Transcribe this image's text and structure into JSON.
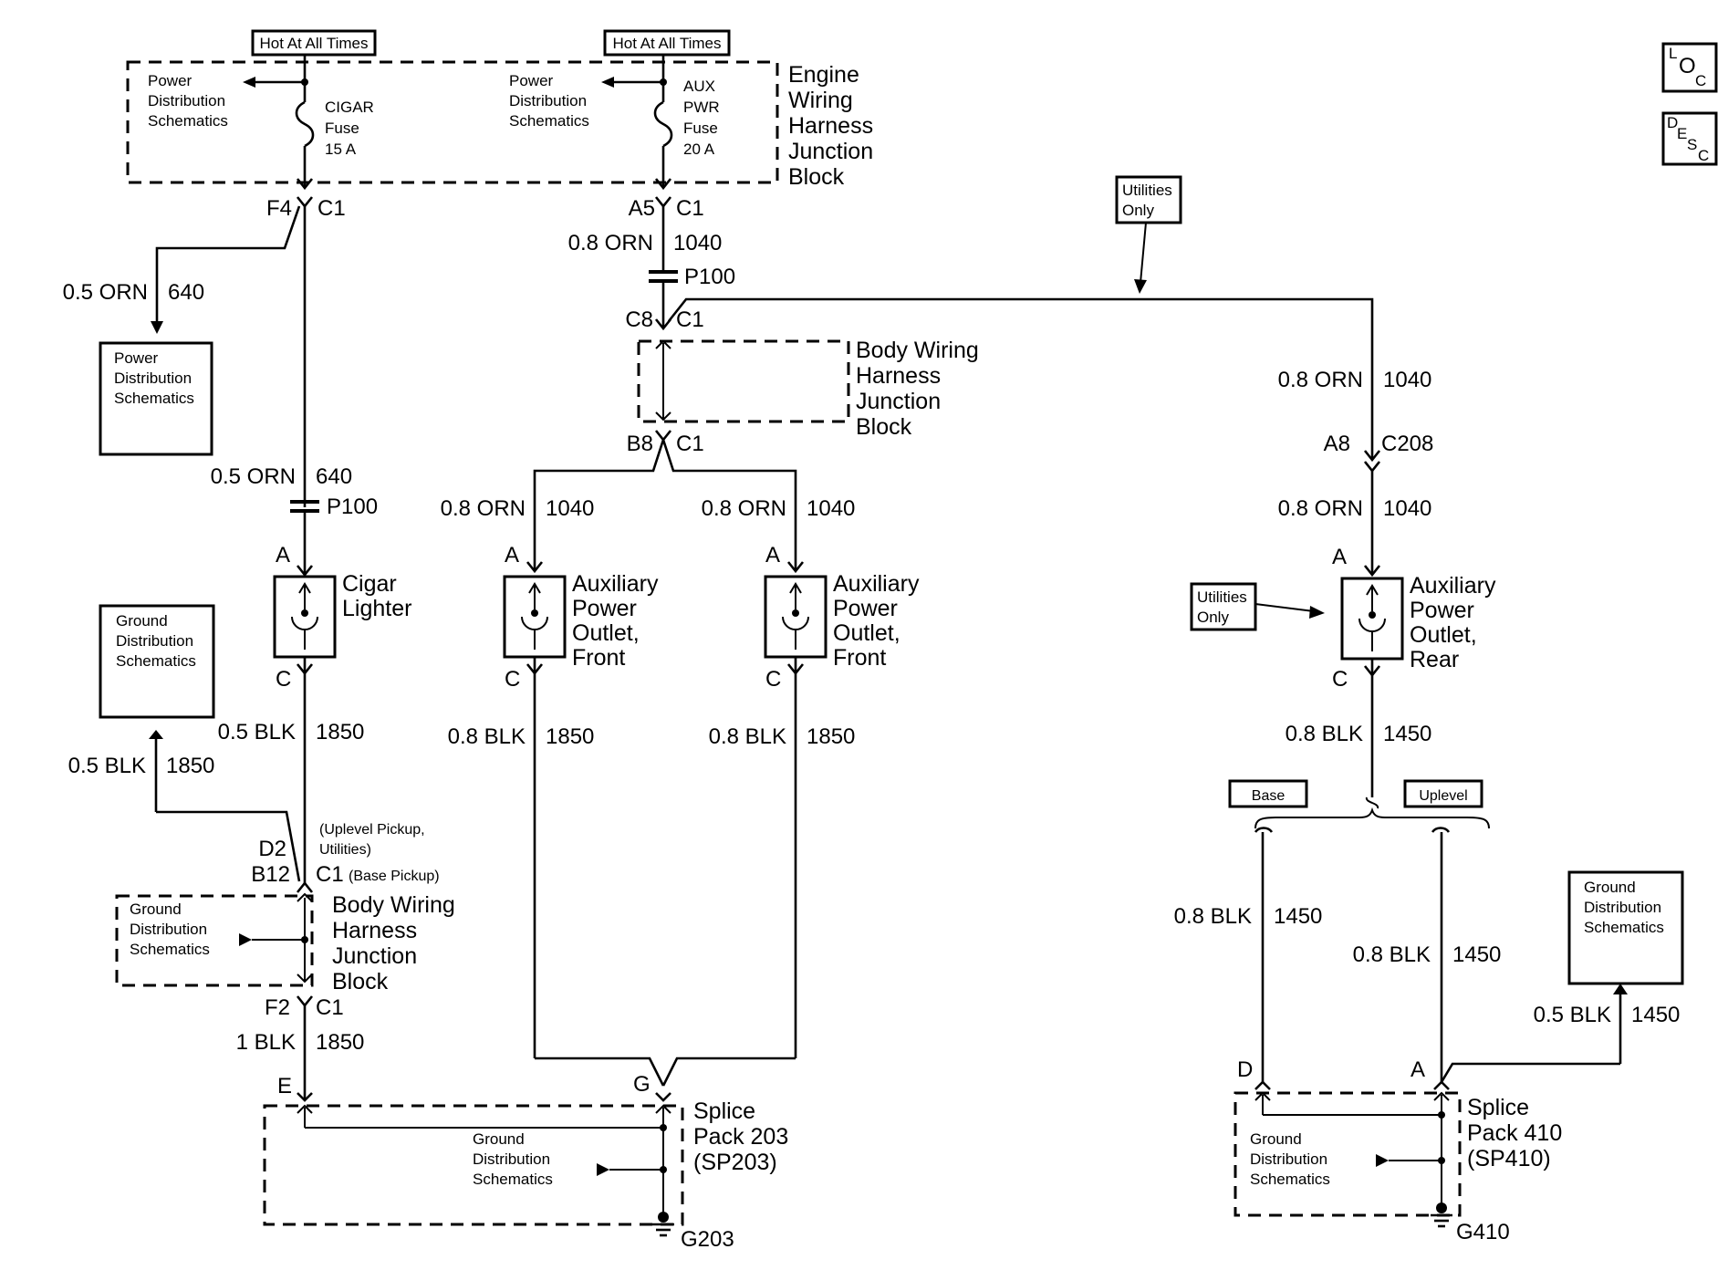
{
  "labels": {
    "hot_at_all_times": "Hot At All Times",
    "power_dist_l1": "Power",
    "power_dist_l2": "Distribution",
    "power_dist_l3": "Schematics",
    "ground_dist_l1": "Ground",
    "ground_dist_l2": "Distribution",
    "ground_dist_l3": "Schematics",
    "cigar_fuse_l1": "CIGAR",
    "cigar_fuse_l2": "Fuse",
    "cigar_fuse_l3": "15 A",
    "aux_fuse_l1": "AUX",
    "aux_fuse_l2": "PWR",
    "aux_fuse_l3": "Fuse",
    "aux_fuse_l4": "20 A",
    "engine_jb_l1": "Engine",
    "engine_jb_l2": "Wiring",
    "engine_jb_l3": "Harness",
    "engine_jb_l4": "Junction",
    "engine_jb_l5": "Block",
    "body_jb_l1": "Body Wiring",
    "body_jb_l2": "Harness",
    "body_jb_l3": "Junction",
    "body_jb_l4": "Block",
    "utilities_l1": "Utilities",
    "utilities_l2": "Only",
    "loc_l": "L",
    "loc_o": "O",
    "loc_c": "C",
    "desc_d": "D",
    "desc_e": "E",
    "desc_s": "S",
    "desc_c": "C",
    "cigar_lighter_l1": "Cigar",
    "cigar_lighter_l2": "Lighter",
    "aux_outlet_l1": "Auxiliary",
    "aux_outlet_l2": "Power",
    "aux_outlet_l3": "Outlet,",
    "front": "Front",
    "rear": "Rear",
    "uplevel_pickup_l1": "(Uplevel Pickup,",
    "uplevel_pickup_l2": "Utilities)",
    "base_pickup": "(Base Pickup)",
    "base": "Base",
    "uplevel": "Uplevel",
    "splice_l1": "Splice",
    "splice203_l2": "Pack 203",
    "splice203_l3": "(SP203)",
    "splice410_l2": "Pack 410",
    "splice410_l3": "(SP410)",
    "g203": "G203",
    "g410": "G410"
  },
  "wires": {
    "orn05": "0.5 ORN",
    "orn08": "0.8 ORN",
    "blk05": "0.5 BLK",
    "blk08": "0.8 BLK",
    "blk1": "1 BLK",
    "c640": "640",
    "c1040": "1040",
    "c1850": "1850",
    "c1450": "1450"
  },
  "connectors": {
    "f4": "F4",
    "c1": "C1",
    "a5": "A5",
    "c8": "C8",
    "b8": "B8",
    "p100": "P100",
    "a8": "A8",
    "c208": "C208",
    "d2": "D2",
    "b12": "B12",
    "f2": "F2",
    "pin_a": "A",
    "pin_c": "C",
    "pin_d": "D",
    "pin_e": "E",
    "pin_g": "G"
  }
}
